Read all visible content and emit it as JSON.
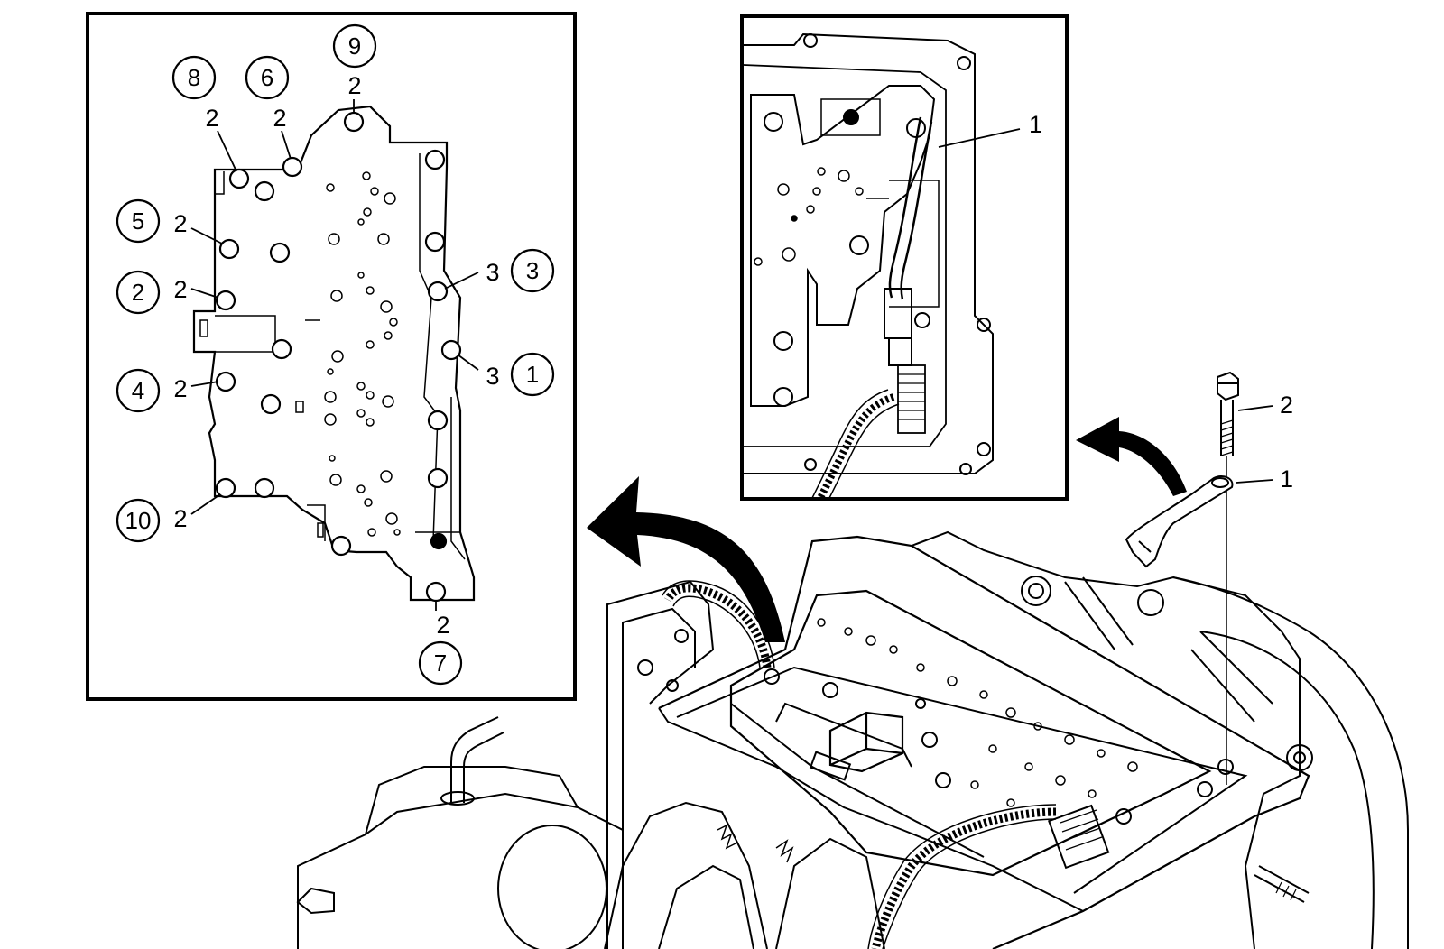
{
  "colors": {
    "ink": "#000000",
    "paper": "#ffffff"
  },
  "left_inset": {
    "callouts": [
      {
        "num": "9",
        "label": "2"
      },
      {
        "num": "8",
        "label": "2"
      },
      {
        "num": "6",
        "label": "2"
      },
      {
        "num": "5",
        "label": "2"
      },
      {
        "num": "2",
        "label": "2"
      },
      {
        "num": "4",
        "label": "2"
      },
      {
        "num": "10",
        "label": "2"
      },
      {
        "num": "3",
        "label": "3"
      },
      {
        "num": "1",
        "label": "3"
      },
      {
        "num": "7",
        "label": "2"
      }
    ]
  },
  "right_inset": {
    "labels": [
      {
        "text": "1"
      }
    ]
  },
  "exploded": {
    "labels": [
      {
        "text": "2"
      },
      {
        "text": "1"
      }
    ]
  }
}
